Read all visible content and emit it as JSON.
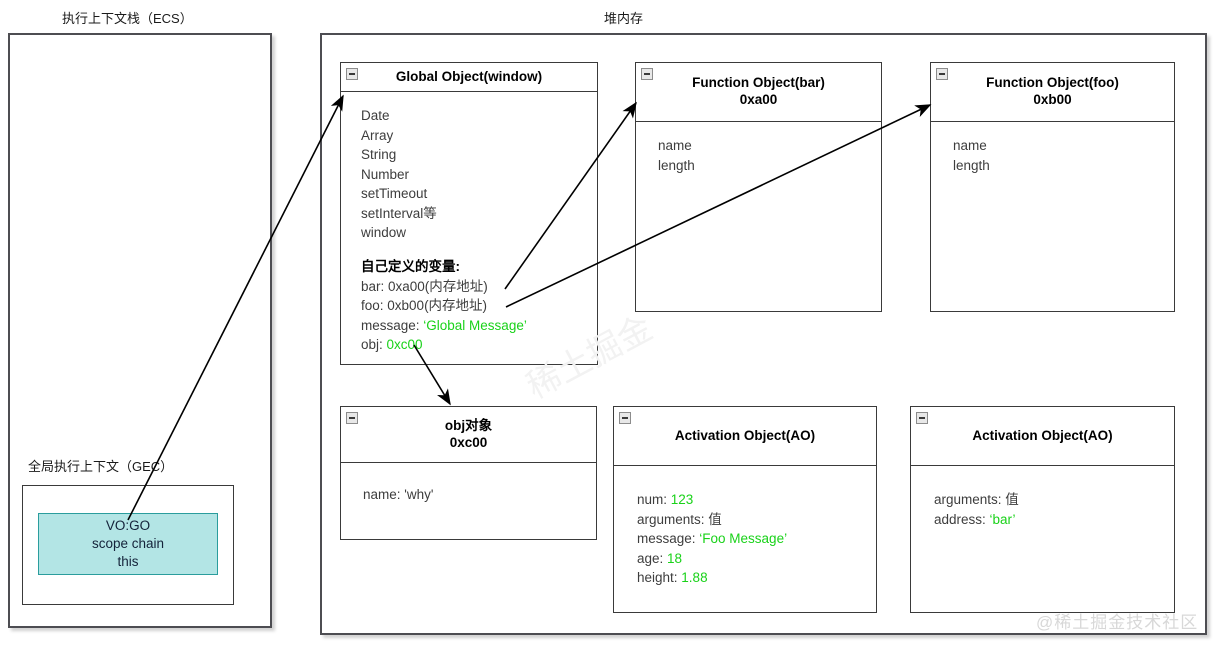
{
  "diagram": {
    "stack_label": "执行上下文栈（ECS）",
    "heap_label": "堆内存",
    "gec_label": "全局执行上下文（GEC）",
    "watermark": "@稀土掘金技术社区",
    "accent_green": "#19d219",
    "teal_fill": "#b3e5e5",
    "teal_border": "#2a9d9d"
  },
  "vo_box": {
    "line1": "VO:GO",
    "line2": "scope chain",
    "line3": "this"
  },
  "global_object": {
    "title": "Global Object(window)",
    "builtins": [
      "Date",
      "Array",
      "String",
      "Number",
      "setTimeout",
      "setInterval等",
      "window"
    ],
    "custom_heading": "自己定义的变量:",
    "custom": [
      {
        "key": "bar: ",
        "value": "0xa00(内存地址)",
        "green": false
      },
      {
        "key": "foo: ",
        "value": "0xb00(内存地址)",
        "green": false
      },
      {
        "key": "message: ",
        "value": "‘Global Message’",
        "green": true
      },
      {
        "key": "obj: ",
        "value": "0xc00",
        "green": true
      }
    ]
  },
  "function_bar": {
    "title": "Function Object(bar)",
    "subtitle": "0xa00",
    "props": [
      "name",
      "length"
    ]
  },
  "function_foo": {
    "title": "Function Object(foo)",
    "subtitle": "0xb00",
    "props": [
      "name",
      "length"
    ]
  },
  "obj_object": {
    "title": "obj对象",
    "subtitle": "0xc00",
    "props": [
      {
        "key": "name: 'why'",
        "value": "",
        "green": false
      }
    ]
  },
  "ao_foo": {
    "title": "Activation Object(AO)",
    "props": [
      {
        "key": "num: ",
        "value": "123",
        "green": true
      },
      {
        "key": "arguments: ",
        "value": "值",
        "green": false
      },
      {
        "key": "message: ",
        "value": "‘Foo Message’",
        "green": true
      },
      {
        "key": "age: ",
        "value": "18",
        "green": true
      },
      {
        "key": "height: ",
        "value": "1.88",
        "green": true
      }
    ]
  },
  "ao_bar": {
    "title": "Activation Object(AO)",
    "props": [
      {
        "key": "arguments: ",
        "value": "值",
        "green": false
      },
      {
        "key": "address: ",
        "value": "‘bar’",
        "green": true
      }
    ]
  }
}
